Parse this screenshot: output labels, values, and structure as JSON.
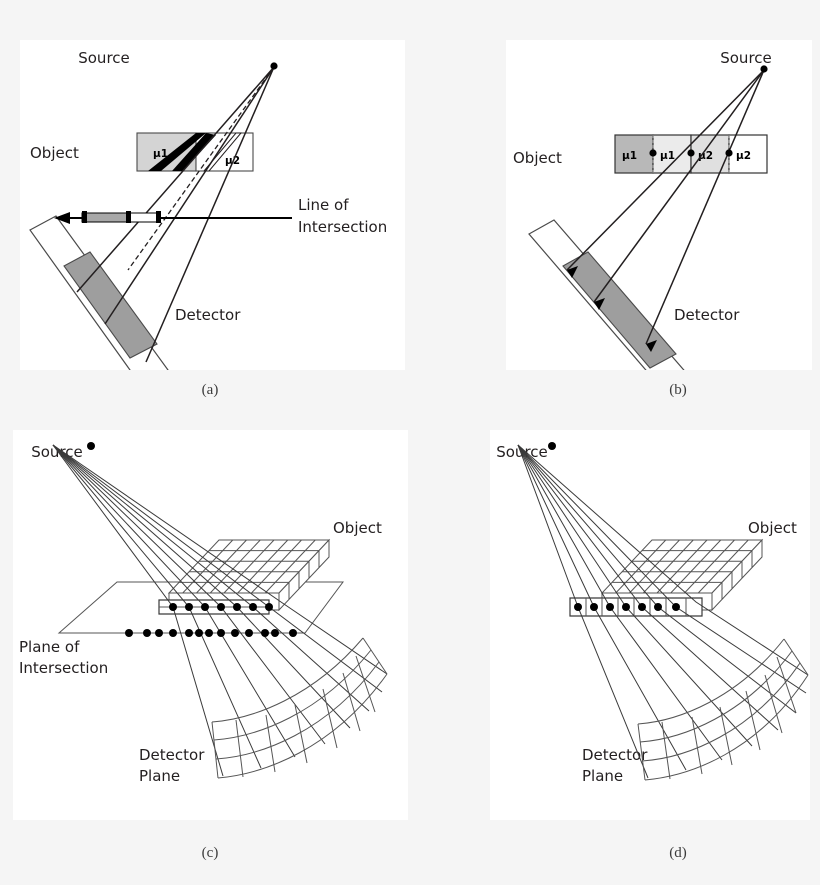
{
  "figure": {
    "kind": "four-panel-technical-diagram",
    "background_color": "#f5f5f5",
    "panel_color": "#ffffff",
    "stroke_color": "#231f20"
  },
  "panels": [
    {
      "id": "a",
      "caption": "(a)",
      "labels": {
        "source": "Source",
        "object": "Object",
        "detector": "Detector",
        "line_of_intersection_1": "Line of",
        "line_of_intersection_2": "Intersection",
        "mu1": "μ1",
        "mu2": "μ2"
      },
      "colors": {
        "mu1_fill": "#d4d4d4",
        "mu2_fill": "#ffffff",
        "detector_active_fill": "#9e9e9e",
        "detector_housing_fill": "#ffffff",
        "ray_band_fill": "#000000"
      },
      "ray_count": 4,
      "dashed_ray_count": 1
    },
    {
      "id": "b",
      "caption": "(b)",
      "labels": {
        "source": "Source",
        "object": "Object",
        "detector": "Detector",
        "cells": [
          "μ1",
          "μ1",
          "μ2",
          "μ2"
        ]
      },
      "colors": {
        "cell1_fill": "#b8b8b8",
        "cell2_fill": "#ebebeb",
        "cell3_fill": "#e0e0e0",
        "cell4_fill": "#ffffff",
        "detector_active_fill": "#9e9e9e"
      },
      "ray_count": 3,
      "sample_point_count": 3
    },
    {
      "id": "c",
      "caption": "(c)",
      "labels": {
        "source": "Source",
        "object": "Object",
        "detector_plane_1": "Detector",
        "detector_plane_2": "Plane",
        "plane_of_intersection_1": "Plane of",
        "plane_of_intersection_2": "Intersection"
      },
      "ray_count": 8,
      "object_grid": {
        "rows": 5,
        "cols": 8
      },
      "detector_grid": {
        "rows": 3,
        "cols": 8
      },
      "intersection_dots_on_object": 7,
      "intersection_dots_on_plane_edge": 13
    },
    {
      "id": "d",
      "caption": "(d)",
      "labels": {
        "source": "Source",
        "object": "Object",
        "detector_plane_1": "Detector",
        "detector_plane_2": "Plane"
      },
      "ray_count": 8,
      "object_grid": {
        "rows": 5,
        "cols": 8
      },
      "detector_grid": {
        "rows": 3,
        "cols": 8
      },
      "intersection_dots_on_object": 7
    }
  ]
}
